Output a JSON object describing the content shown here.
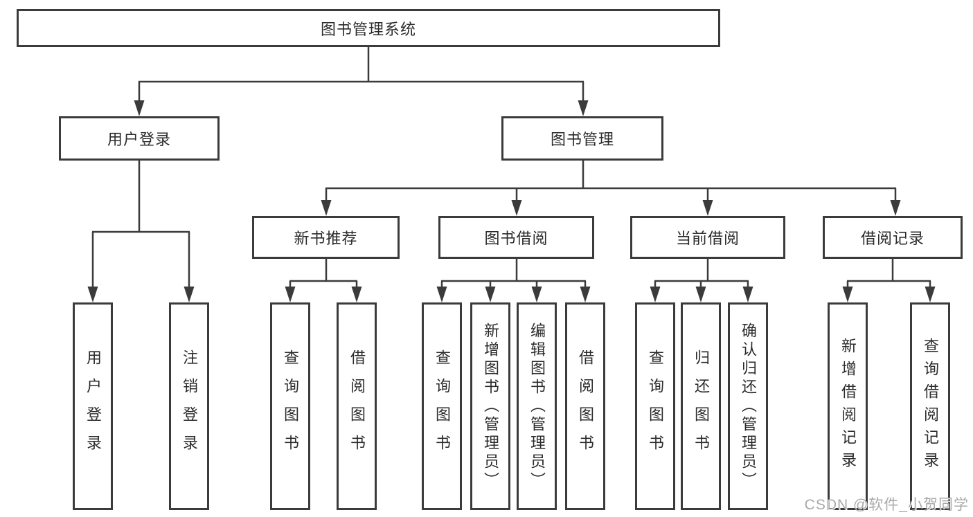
{
  "diagram_title": "图书管理系统",
  "tree": {
    "label": "图书管理系统",
    "children": [
      {
        "label": "用户登录",
        "children": [
          {
            "label": "用户登录"
          },
          {
            "label": "注销登录"
          }
        ]
      },
      {
        "label": "图书管理",
        "children": [
          {
            "label": "新书推荐",
            "children": [
              {
                "label": "查询图书"
              },
              {
                "label": "借阅图书"
              }
            ]
          },
          {
            "label": "图书借阅",
            "children": [
              {
                "label": "查询图书"
              },
              {
                "label": "新增图书（管理员）"
              },
              {
                "label": "编辑图书（管理员）"
              },
              {
                "label": "借阅图书"
              }
            ]
          },
          {
            "label": "当前借阅",
            "children": [
              {
                "label": "查询图书"
              },
              {
                "label": "归还图书"
              },
              {
                "label": "确认归还（管理员）"
              }
            ]
          },
          {
            "label": "借阅记录",
            "children": [
              {
                "label": "新增借阅记录"
              },
              {
                "label": "查询借阅记录"
              }
            ]
          }
        ]
      }
    ]
  },
  "watermark": "CSDN @软件_小贺同学",
  "colors": {
    "line": "#3b3b3b",
    "text": "#2b2b2b",
    "watermark": "#a9a9a9",
    "background": "#ffffff"
  }
}
